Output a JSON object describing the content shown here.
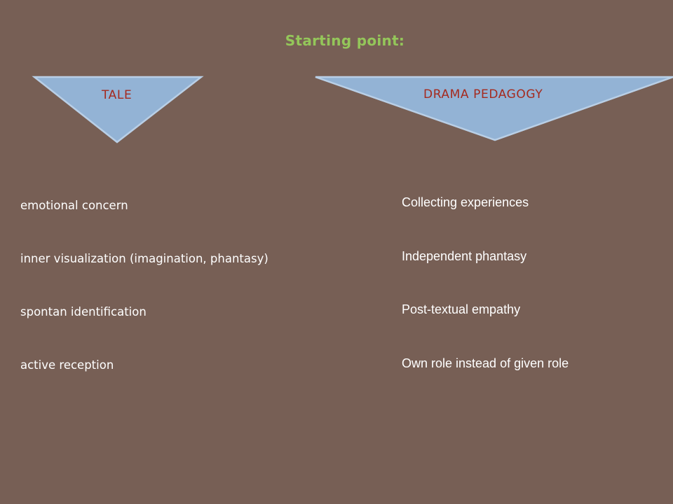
{
  "title": "Starting point:",
  "left_column": {
    "header": "TALE",
    "items": [
      "emotional concern",
      "inner visualization (imagination, phantasy)",
      "spontan identification",
      "active reception"
    ]
  },
  "right_column": {
    "header": "DRAMA PEDAGOGY",
    "items": [
      "Collecting experiences",
      "Independent phantasy",
      "Post-textual  empathy",
      "Own role instead of given role"
    ]
  },
  "colors": {
    "background": "#775f55",
    "title": "#94c65a",
    "triangle_fill": "#93b3d5",
    "triangle_stroke": "#b9cfe6",
    "header_text": "#a52a1e",
    "body_text": "#ffffff"
  }
}
